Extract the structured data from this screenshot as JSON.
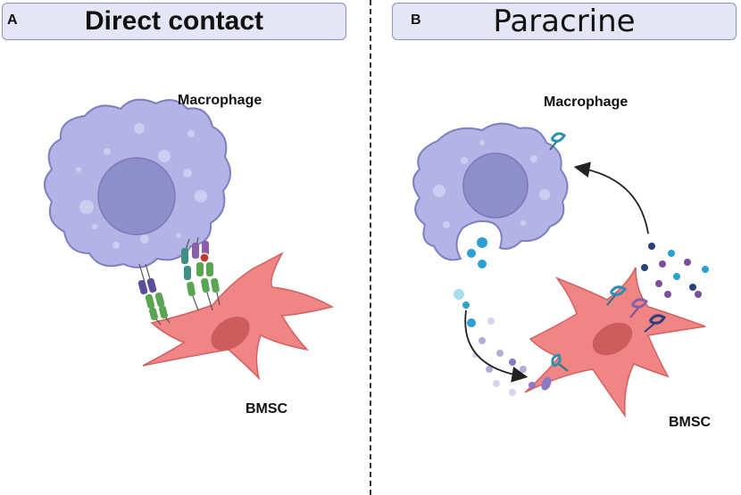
{
  "panel_a": {
    "letter": "A",
    "title": "Direct contact",
    "macrophage_label": "Macrophage",
    "bmsc_label": "BMSC"
  },
  "panel_b": {
    "letter": "B",
    "title": "Paracrine",
    "macrophage_label": "Macrophage",
    "bmsc_label": "BMSC"
  },
  "colors": {
    "macrophage_body": "#b3b3e6",
    "macrophage_outline": "#7d80c0",
    "nucleus": "#8e8ecb",
    "bmsc_body": "#f08585",
    "bmsc_outline": "#d45f5f",
    "bmsc_nucleus": "#cd5c5c",
    "header_fill": "#e4e6f6",
    "header_border": "#8b90c4"
  }
}
